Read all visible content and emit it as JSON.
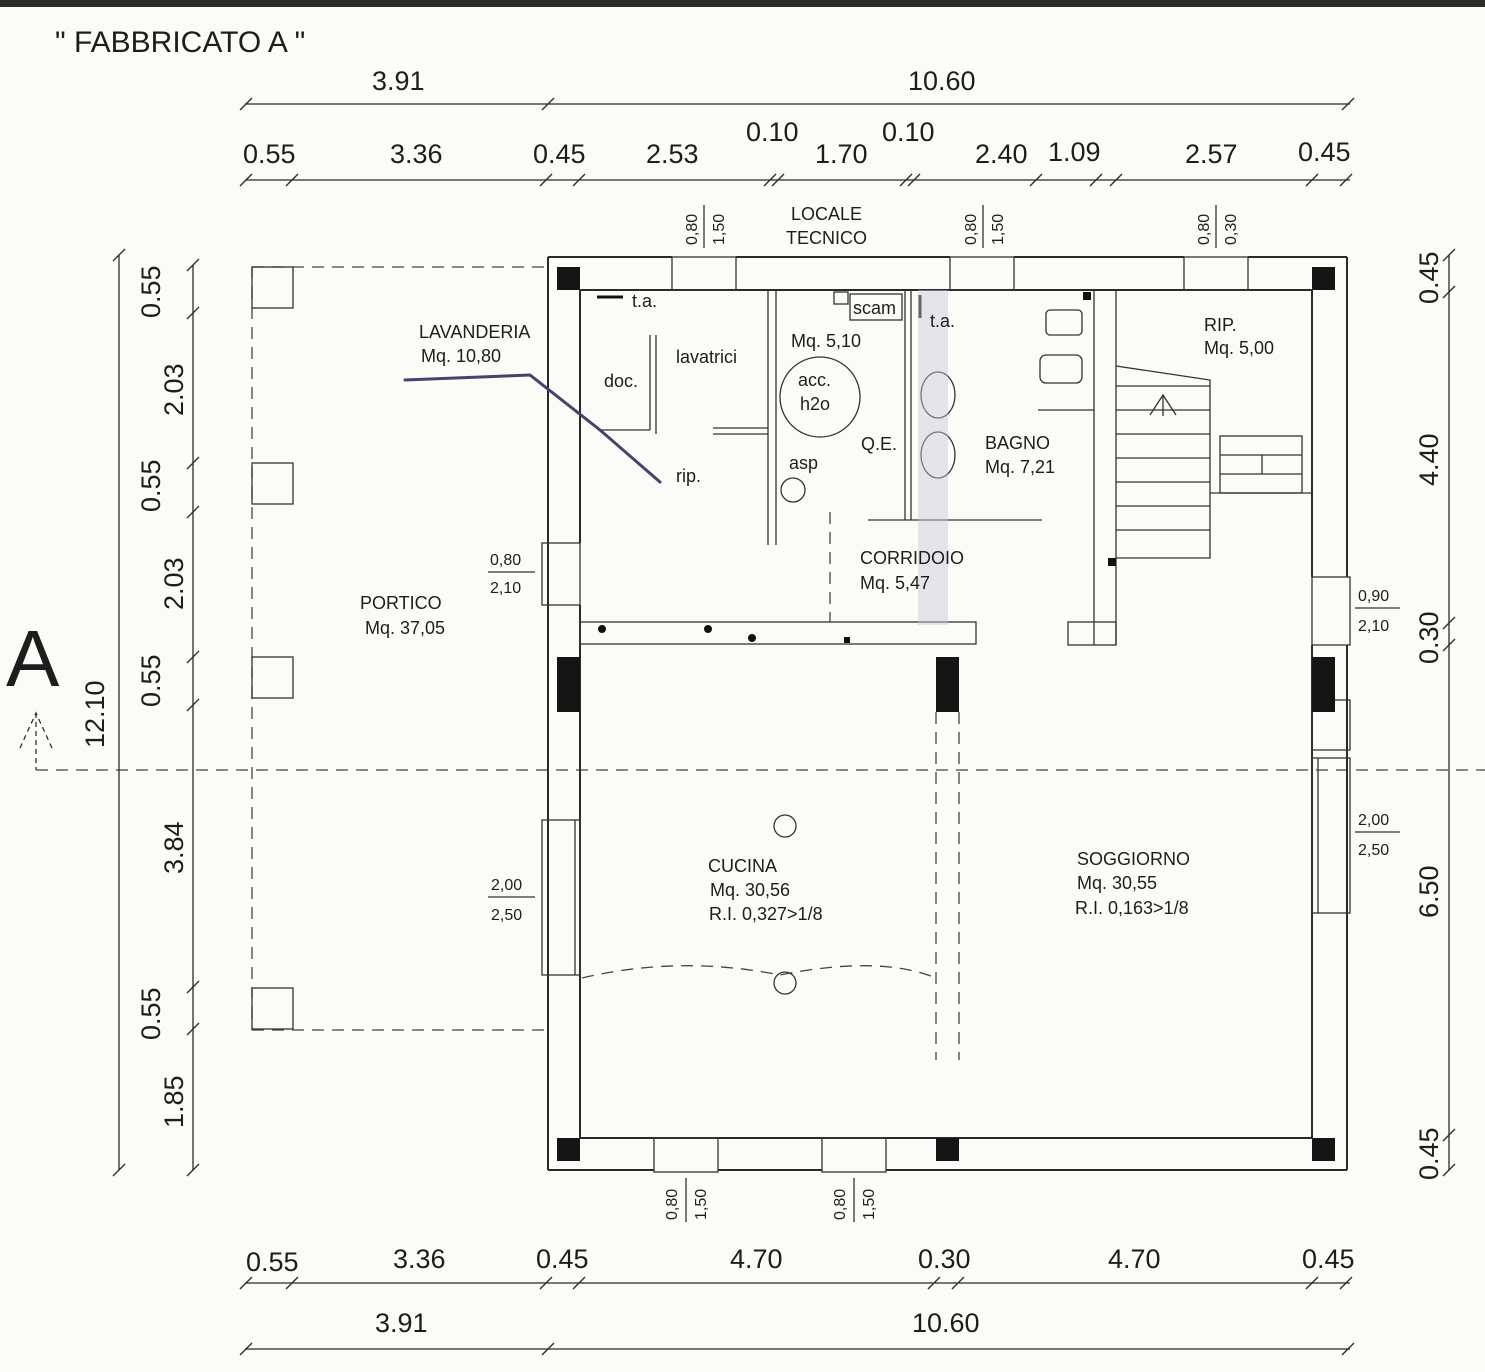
{
  "title": "\" FABBRICATO A \"",
  "section_mark": "A",
  "top_dims": {
    "total": [
      "3.91",
      "10.60"
    ],
    "partial": [
      "0.55",
      "3.36",
      "0.45",
      "2.53",
      "0.10",
      "1.70",
      "0.10",
      "2.40",
      "1.09",
      "2.57",
      "0.45"
    ]
  },
  "bottom_dims": {
    "partial": [
      "0.55",
      "3.36",
      "0.45",
      "4.70",
      "0.30",
      "4.70",
      "0.45"
    ],
    "total": [
      "3.91",
      "10.60"
    ]
  },
  "left_dims": {
    "total": "12.10",
    "partial": [
      "0.55",
      "2.03",
      "0.55",
      "2.03",
      "0.55",
      "3.84",
      "0.55",
      "1.85"
    ]
  },
  "right_dims": [
    "0.45",
    "4.40",
    "0.30",
    "6.50",
    "0.45"
  ],
  "rooms": {
    "lavanderia": {
      "name": "LAVANDERIA",
      "area": "Mq. 10,80"
    },
    "locale_tecnico": {
      "line1": "LOCALE",
      "line2": "TECNICO"
    },
    "tecnico_area": "Mq. 5,10",
    "acc": {
      "line1": "acc.",
      "line2": "h2o"
    },
    "bagno": {
      "name": "BAGNO",
      "area": "Mq. 7,21"
    },
    "rip": {
      "name": "RIP.",
      "area": "Mq. 5,00"
    },
    "corridoio": {
      "name": "CORRIDOIO",
      "area": "Mq. 5,47"
    },
    "portico": {
      "name": "PORTICO",
      "area": "Mq. 37,05"
    },
    "cucina": {
      "name": "CUCINA",
      "area": "Mq. 30,56",
      "ri": "R.I.  0,327>1/8"
    },
    "soggiorno": {
      "name": "SOGGIORNO",
      "area": "Mq. 30,55",
      "ri": "R.I.  0,163>1/8"
    }
  },
  "labels": {
    "ta_left": "t.a.",
    "ta_bath": "t.a.",
    "scam": "scam",
    "lavatrici": "lavatrici",
    "doc": "doc.",
    "rip_small": "rip.",
    "qe": "Q.E.",
    "asp": "asp"
  },
  "openings": {
    "win_top_1": [
      "0,80",
      "1,50"
    ],
    "win_top_2": [
      "0,80",
      "1,50"
    ],
    "win_top_3": [
      "0,80",
      "0,30"
    ],
    "door_left": [
      "0,80",
      "2,10"
    ],
    "win_left": [
      "2,00",
      "2,50"
    ],
    "door_right": [
      "0,90",
      "2,10"
    ],
    "win_right": [
      "2,00",
      "2,50"
    ],
    "win_bottom_1": [
      "0,80",
      "1,50"
    ],
    "win_bottom_2": [
      "0,80",
      "1,50"
    ]
  }
}
